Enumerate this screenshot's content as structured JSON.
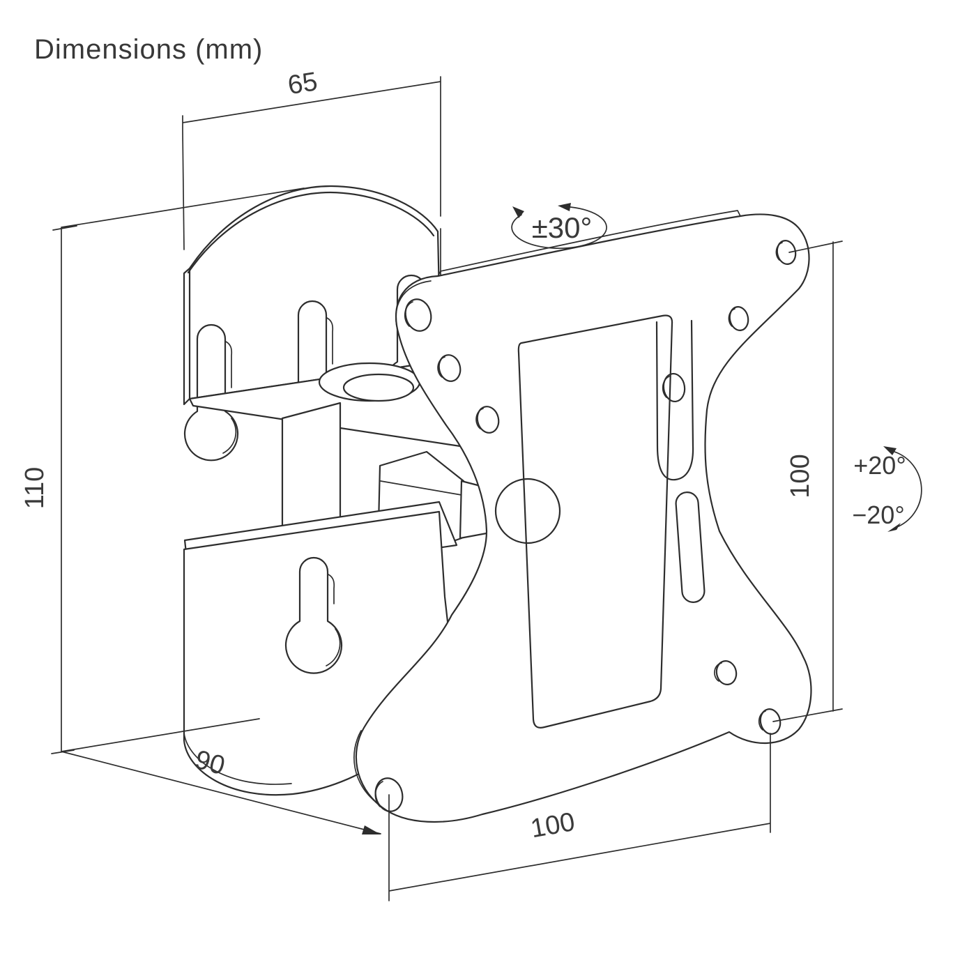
{
  "title": "Dimensions (mm)",
  "dims": {
    "top_width": "65",
    "left_height": "110",
    "depth": "90",
    "vesa_bottom": "100",
    "vesa_right": "100"
  },
  "angles": {
    "swivel": "±30°",
    "tilt_up": "+20°",
    "tilt_down": "−20°"
  },
  "drawing_colors": {
    "line": "#2d2d2d",
    "text": "#3a3a3a",
    "background": "#ffffff"
  }
}
